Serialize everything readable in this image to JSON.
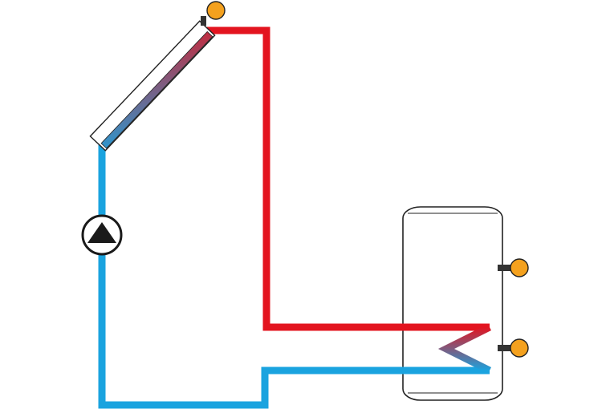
{
  "diagram": {
    "components": {
      "collector": "solar-collector",
      "pump": "circulation-pump",
      "tank": "storage-tank",
      "coil": "heat-exchanger-coil",
      "sensors": [
        "collector-temperature-sensor",
        "tank-upper-temperature-sensor",
        "tank-lower-temperature-sensor"
      ]
    },
    "colors": {
      "hot_pipe": "#e3141f",
      "cold_pipe": "#1aa3df",
      "sensor_fill": "#f4a11e",
      "sensor_stem": "#333333",
      "outline": "#222222",
      "pump_symbol": "#1a1a1a"
    },
    "icons": {
      "pump": "pump-triangle-icon",
      "sensor": "temperature-sensor-icon"
    }
  }
}
